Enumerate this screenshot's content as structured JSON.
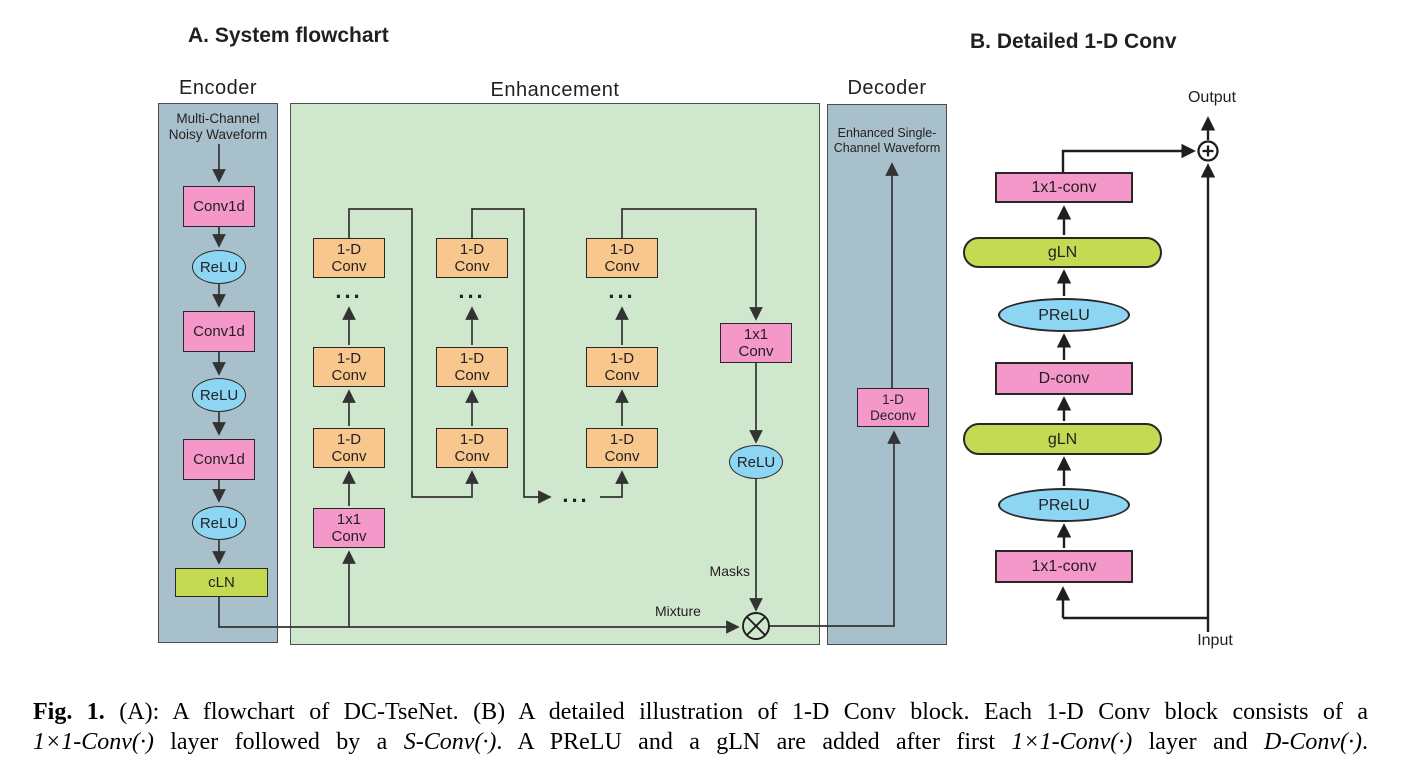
{
  "figure": {
    "panel_a_title": "A. System flowchart",
    "panel_b_title": "B. Detailed 1-D Conv"
  },
  "panel_a": {
    "encoder": {
      "section_label": "Encoder",
      "input_label": "Multi-Channel\nNoisy Waveform",
      "layers": [
        "Conv1d",
        "ReLU",
        "Conv1d",
        "ReLU",
        "Conv1d",
        "ReLU",
        "cLN"
      ]
    },
    "enhancement": {
      "section_label": "Enhancement",
      "columns": [
        {
          "top_box": "1-D\nConv",
          "dots": "...",
          "mid_box": "1-D\nConv",
          "bottom_box": "1-D\nConv"
        },
        {
          "top_box": "1-D\nConv",
          "dots": "...",
          "mid_box": "1-D\nConv",
          "bottom_box": "1-D\nConv"
        },
        {
          "top_box": "1-D\nConv",
          "dots": "...",
          "mid_box": "1-D\nConv",
          "bottom_box": "1-D\nConv"
        }
      ],
      "between_columns_dots": "...",
      "input_conv": "1x1\nConv",
      "mask_conv": "1x1\nConv",
      "mask_relu": "ReLU",
      "masks_label": "Masks",
      "mixture_label": "Mixture",
      "mixture_operator_icon": "circled-times"
    },
    "decoder": {
      "section_label": "Decoder",
      "deconv": "1-D\nDeconv",
      "output_label": "Enhanced Single-\nChannel Waveform"
    }
  },
  "panel_b": {
    "output_label": "Output",
    "input_label": "Input",
    "residual_sum_icon": "circled-plus",
    "stack": [
      "1x1-conv",
      "gLN",
      "PReLU",
      "D-conv",
      "gLN",
      "PReLU",
      "1x1-conv"
    ]
  },
  "caption": {
    "line1": [
      {
        "t": "Fig. 1.",
        "s": "bold"
      },
      {
        "t": " (A): A flowchart of DC-TseNet. (B) A detailed illustration of 1-D Conv block. Each 1-D Conv block consists of a",
        "s": "normal"
      }
    ],
    "line2": [
      {
        "t": "1×1-Conv(·)",
        "s": "italic"
      },
      {
        "t": " layer followed by a ",
        "s": "normal"
      },
      {
        "t": "S-Conv(·)",
        "s": "italic"
      },
      {
        "t": ". A PReLU and a gLN are added after first ",
        "s": "normal"
      },
      {
        "t": "1×1-Conv(·)",
        "s": "italic"
      },
      {
        "t": " layer and ",
        "s": "normal"
      },
      {
        "t": "D-Conv(·)",
        "s": "italic"
      },
      {
        "t": ".",
        "s": "normal"
      }
    ]
  },
  "colors": {
    "panel_bluegray": "#a8c0cb",
    "panel_green": "#cfe7cd",
    "node_pink": "#f398c8",
    "node_orange": "#f7c78e",
    "node_blue": "#8cd6f4",
    "node_yellowgreen": "#c3da52",
    "wire": "#3a3a3a",
    "text": "#231f20"
  }
}
